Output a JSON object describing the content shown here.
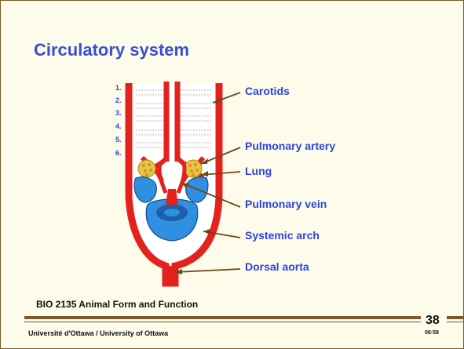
{
  "slide": {
    "title": "Circulatory system",
    "course": "BIO 2135 Animal Form and Function",
    "university": "Université d'Ottawa / University of Ottawa",
    "page_number": "38",
    "time": "08:58"
  },
  "diagram": {
    "arch_numbers": [
      "1.",
      "2.",
      "3.",
      "4.",
      "5.",
      "6."
    ],
    "labels": {
      "carotids": "Carotids",
      "pulmonary_artery": "Pulmonary artery",
      "lung": "Lung",
      "pulmonary_vein": "Pulmonary vein",
      "systemic_arch": "Systemic arch",
      "dorsal_aorta": "Dorsal aorta"
    }
  },
  "colors": {
    "title": "#3b4fd3",
    "label": "#2d44e0",
    "artery": "#e3221d",
    "heart": "#2f8fe0",
    "lung": "#e8c442",
    "rule": "#7a5a2e",
    "background": "#fdfbe9"
  }
}
